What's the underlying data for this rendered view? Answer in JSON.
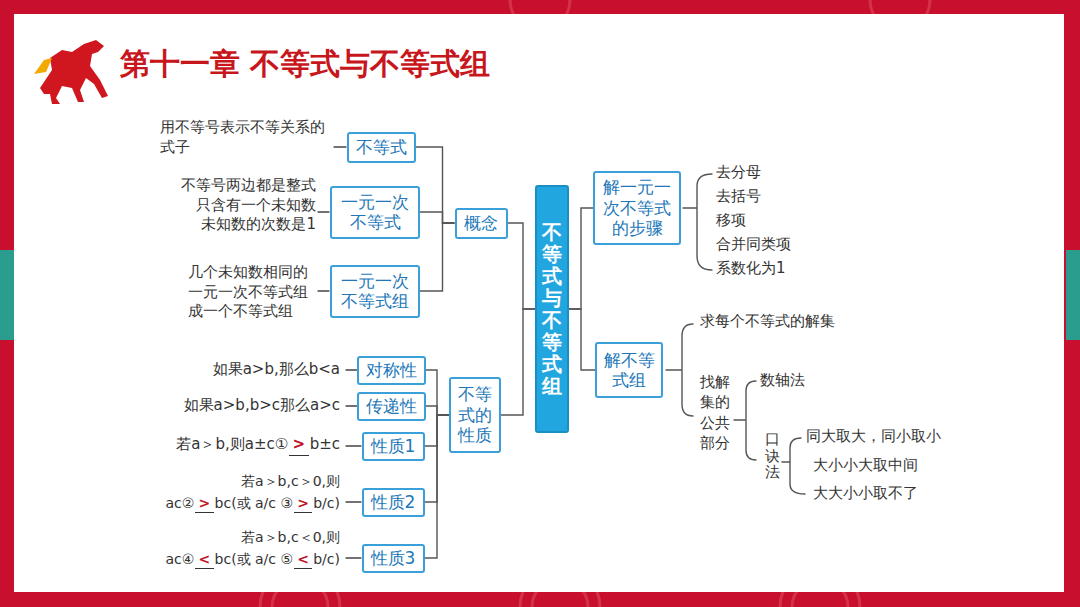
{
  "diagram": {
    "title": "第十一章 不等式与不等式组",
    "nodes": [
      {
        "text": [
          "不等式与不等式组"
        ]
      },
      {
        "text": [
          "概念"
        ]
      },
      {
        "text": [
          "不等式"
        ]
      },
      {
        "text": [
          "一元一次不等式"
        ]
      },
      {
        "text": [
          "一元一次不等式组"
        ]
      },
      {
        "text": [
          "不等式的性质"
        ]
      },
      {
        "text": [
          "对称性"
        ]
      },
      {
        "text": [
          "传递性"
        ]
      },
      {
        "text": [
          "性质1"
        ]
      },
      {
        "text": [
          "性质2"
        ]
      },
      {
        "text": [
          "性质3"
        ]
      },
      {
        "text": [
          "解一元一次不等式的步骤"
        ]
      },
      {
        "text": [
          "解不等式组"
        ]
      }
    ],
    "edges": [
      {
        "from": 0,
        "to": 1,
        "arrow": "none"
      },
      {
        "from": 0,
        "to": 5,
        "arrow": "none"
      },
      {
        "from": 0,
        "to": 11,
        "arrow": "none"
      },
      {
        "from": 0,
        "to": 12,
        "arrow": "none"
      },
      {
        "from": 1,
        "to": 2,
        "arrow": "none"
      },
      {
        "from": 1,
        "to": 3,
        "arrow": "none"
      },
      {
        "from": 1,
        "to": 4,
        "arrow": "none"
      },
      {
        "from": 5,
        "to": 6,
        "arrow": "none"
      },
      {
        "from": 5,
        "to": 7,
        "arrow": "none"
      },
      {
        "from": 5,
        "to": 8,
        "arrow": "none"
      },
      {
        "from": 5,
        "to": 9,
        "arrow": "none"
      },
      {
        "from": 5,
        "to": 10,
        "arrow": "none"
      }
    ],
    "labels": [
      "用不等号表示不等关系的式子",
      "不等号两边都是整式 只含有一个未知数 未知数的次数是1",
      "几个未知数相同的一元一次不等式组成一个不等式组",
      "如果a>b,那么b<a",
      "如果a>b,b>c那么a>c",
      "若a＞b,则a±c①",
      ">",
      "b±c",
      "若a＞b,c＞0,则",
      "ac②",
      ">",
      "bc(或 a/c ③",
      ">",
      "b/c)",
      "若a＞b,c＜0,则",
      "ac④",
      "<",
      "bc(或 a/c ⑤",
      "<",
      "b/c)",
      "去分母",
      "去括号",
      "移项",
      "合并同类项",
      "系数化为1",
      "求每个不等式的解集",
      "找解集的公共部分",
      "数轴法",
      "口诀法",
      "同大取大，同小取小",
      "大小小大取中间",
      "大大小小取不了"
    ]
  }
}
